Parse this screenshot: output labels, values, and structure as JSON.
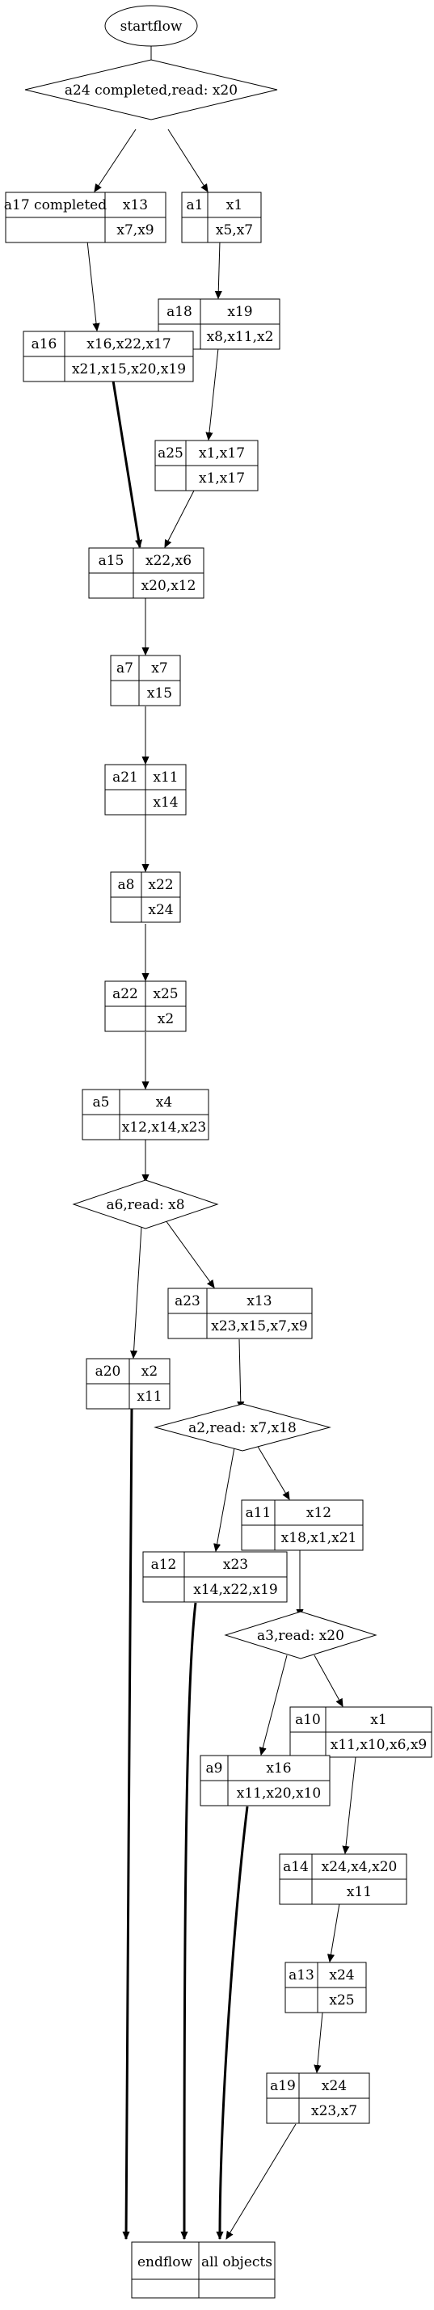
{
  "start": {
    "label": "startflow"
  },
  "decisions": [
    {
      "id": "d24",
      "label": "a24 completed,read: x20"
    },
    {
      "id": "d6",
      "label": "a6,read: x8"
    },
    {
      "id": "d2",
      "label": "a2,read: x7,x18"
    },
    {
      "id": "d3",
      "label": "a3,read: x20"
    }
  ],
  "records": [
    {
      "id": "a17",
      "name": "a17 completed",
      "top": "x13",
      "bottom": "x7,x9"
    },
    {
      "id": "a1",
      "name": "a1",
      "top": "x1",
      "bottom": "x5,x7"
    },
    {
      "id": "a18",
      "name": "a18",
      "top": "x19",
      "bottom": "x8,x11,x2"
    },
    {
      "id": "a16",
      "name": "a16",
      "top": "x16,x22,x17",
      "bottom": "x21,x15,x20,x19"
    },
    {
      "id": "a25",
      "name": "a25",
      "top": "x1,x17",
      "bottom": "x1,x17"
    },
    {
      "id": "a15",
      "name": "a15",
      "top": "x22,x6",
      "bottom": "x20,x12"
    },
    {
      "id": "a7",
      "name": "a7",
      "top": "x7",
      "bottom": "x15"
    },
    {
      "id": "a21",
      "name": "a21",
      "top": "x11",
      "bottom": "x14"
    },
    {
      "id": "a8",
      "name": "a8",
      "top": "x22",
      "bottom": "x24"
    },
    {
      "id": "a22",
      "name": "a22",
      "top": "x25",
      "bottom": "x2"
    },
    {
      "id": "a5",
      "name": "a5",
      "top": "x4",
      "bottom": "x12,x14,x23"
    },
    {
      "id": "a23",
      "name": "a23",
      "top": "x13",
      "bottom": "x23,x15,x7,x9"
    },
    {
      "id": "a20",
      "name": "a20",
      "top": "x2",
      "bottom": "x11"
    },
    {
      "id": "a11",
      "name": "a11",
      "top": "x12",
      "bottom": "x18,x1,x21"
    },
    {
      "id": "a12",
      "name": "a12",
      "top": "x23",
      "bottom": "x14,x22,x19"
    },
    {
      "id": "a10",
      "name": "a10",
      "top": "x1",
      "bottom": "x11,x10,x6,x9"
    },
    {
      "id": "a9",
      "name": "a9",
      "top": "x16",
      "bottom": "x11,x20,x10"
    },
    {
      "id": "a14",
      "name": "a14",
      "top": "x24,x4,x20",
      "bottom": "x11"
    },
    {
      "id": "a13",
      "name": "a13",
      "top": "x24",
      "bottom": "x25"
    },
    {
      "id": "a19",
      "name": "a19",
      "top": "x24",
      "bottom": "x23,x7"
    }
  ],
  "end": {
    "left": "endflow",
    "right": "all objects"
  }
}
